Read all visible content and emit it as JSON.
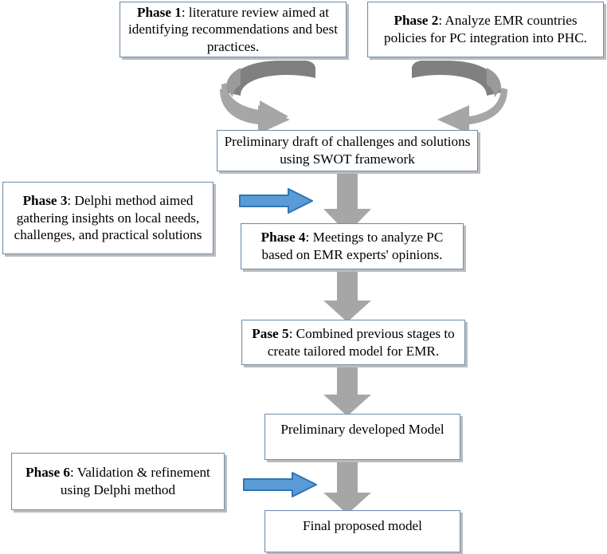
{
  "diagram": {
    "title": "Study phases flowchart",
    "colors": {
      "box_border": "#6f8fb0",
      "box_fill": "#ffffff",
      "box_shadow": "#bcbcbc",
      "gray_arrow_fill": "#a6a6a6",
      "gray_arrow_dark": "#808080",
      "blue_arrow_fill": "#5b9bd5",
      "blue_arrow_border": "#2e75b6",
      "text": "#000000"
    },
    "nodes": [
      {
        "id": "phase1",
        "name": "phase-1-box",
        "label_bold": "Phase 1",
        "label_rest": ": literature review aimed at identifying recommendations and best practices."
      },
      {
        "id": "phase2",
        "name": "phase-2-box",
        "label_bold": "Phase 2",
        "label_rest": ": Analyze EMR countries policies for PC integration into PHC."
      },
      {
        "id": "draft",
        "name": "preliminary-draft-box",
        "label_bold": "",
        "label_rest": "Preliminary draft of challenges and solutions using SWOT framework"
      },
      {
        "id": "phase3",
        "name": "phase-3-box",
        "label_bold": "Phase 3",
        "label_rest": ": Delphi method aimed gathering insights on local needs, challenges, and practical solutions"
      },
      {
        "id": "phase4",
        "name": "phase-4-box",
        "label_bold": "Phase 4",
        "label_rest": ": Meetings to analyze PC based on EMR experts' opinions."
      },
      {
        "id": "phase5",
        "name": "phase-5-box",
        "label_bold": "Pase 5",
        "label_rest": ": Combined previous stages to create tailored model for EMR."
      },
      {
        "id": "prelimmodel",
        "name": "preliminary-developed-model-box",
        "label_bold": "",
        "label_rest": "Preliminary developed Model"
      },
      {
        "id": "phase6",
        "name": "phase-6-box",
        "label_bold": "Phase 6",
        "label_rest": ": Validation & refinement using Delphi method"
      },
      {
        "id": "finalmodel",
        "name": "final-proposed-model-box",
        "label_bold": "",
        "label_rest": "Final proposed model"
      }
    ],
    "connectors": [
      {
        "id": "c1",
        "name": "curved-arrow-phase1-to-draft",
        "kind": "curved-arrow",
        "from": "phase1",
        "to": "draft"
      },
      {
        "id": "c2",
        "name": "curved-arrow-phase2-to-draft",
        "kind": "curved-arrow",
        "from": "phase2",
        "to": "draft"
      },
      {
        "id": "c3",
        "name": "down-arrow-draft-to-phase4",
        "kind": "down-arrow",
        "from": "draft",
        "to": "phase4"
      },
      {
        "id": "c4",
        "name": "blue-arrow-phase3-to-phase4",
        "kind": "right-arrow-blue",
        "from": "phase3",
        "to": "phase4"
      },
      {
        "id": "c5",
        "name": "down-arrow-phase4-to-phase5",
        "kind": "down-arrow",
        "from": "phase4",
        "to": "phase5"
      },
      {
        "id": "c6",
        "name": "down-arrow-phase5-to-preliminary-model",
        "kind": "down-arrow",
        "from": "phase5",
        "to": "prelimmodel"
      },
      {
        "id": "c7",
        "name": "down-arrow-preliminary-model-to-final-model",
        "kind": "down-arrow",
        "from": "prelimmodel",
        "to": "finalmodel"
      },
      {
        "id": "c8",
        "name": "blue-arrow-phase6-to-final-model",
        "kind": "right-arrow-blue",
        "from": "phase6",
        "to": "finalmodel"
      }
    ]
  }
}
